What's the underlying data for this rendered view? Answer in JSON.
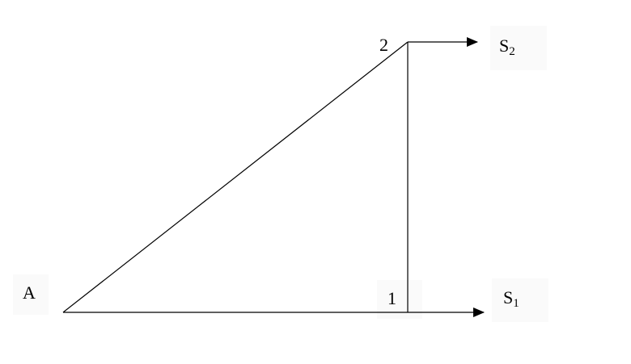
{
  "diagram": {
    "nodes": {
      "a": {
        "label": "A"
      },
      "n1": {
        "label": "1"
      },
      "n2": {
        "label": "2"
      },
      "s1": {
        "label": "S",
        "sub": "1"
      },
      "s2": {
        "label": "S",
        "sub": "2"
      }
    },
    "edges": [
      {
        "from": "A",
        "to": "1"
      },
      {
        "from": "A",
        "to": "2"
      },
      {
        "from": "1",
        "to": "2"
      },
      {
        "from": "1",
        "to": "S1",
        "arrow": true
      },
      {
        "from": "2",
        "to": "S2",
        "arrow": true
      }
    ],
    "colors": {
      "line": "#000000",
      "background": "#ffffff",
      "label_background": "#fafafa"
    }
  }
}
